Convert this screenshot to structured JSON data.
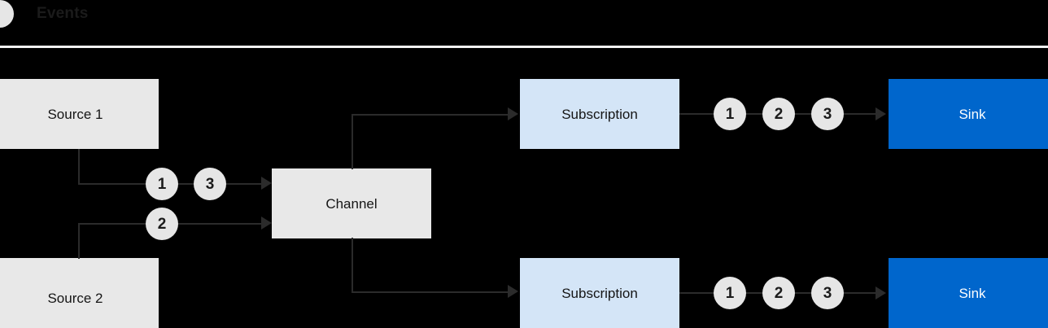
{
  "header": {
    "legend_icon": "events-dot-icon",
    "legend_label": "Events",
    "rule_color": "#F2F2F2"
  },
  "colors": {
    "background": "#000000",
    "box_gray": "#E8E8E8",
    "box_blue": "#D4E5F7",
    "sink_blue": "#0066CC",
    "token_gray": "#E6E6E6",
    "line": "#2B2B2B",
    "text_dark": "#151515",
    "text_light": "#FFFFFF"
  },
  "diagram": {
    "type": "flow",
    "nodes": [
      {
        "id": "source1",
        "label": "Source 1",
        "style": "gray"
      },
      {
        "id": "source2",
        "label": "Source 2",
        "style": "gray"
      },
      {
        "id": "channel",
        "label": "Channel",
        "style": "gray"
      },
      {
        "id": "sub_top",
        "label": "Subscription",
        "style": "blue"
      },
      {
        "id": "sub_bottom",
        "label": "Subscription",
        "style": "blue"
      },
      {
        "id": "sink_top",
        "label": "Sink",
        "style": "sink"
      },
      {
        "id": "sink_bottom",
        "label": "Sink",
        "style": "sink"
      }
    ],
    "tokens": {
      "source1_to_channel": [
        "1",
        "3"
      ],
      "source2_to_channel": [
        "2"
      ],
      "sub_top_to_sink": [
        "1",
        "2",
        "3"
      ],
      "sub_bottom_to_sink": [
        "1",
        "2",
        "3"
      ]
    }
  }
}
